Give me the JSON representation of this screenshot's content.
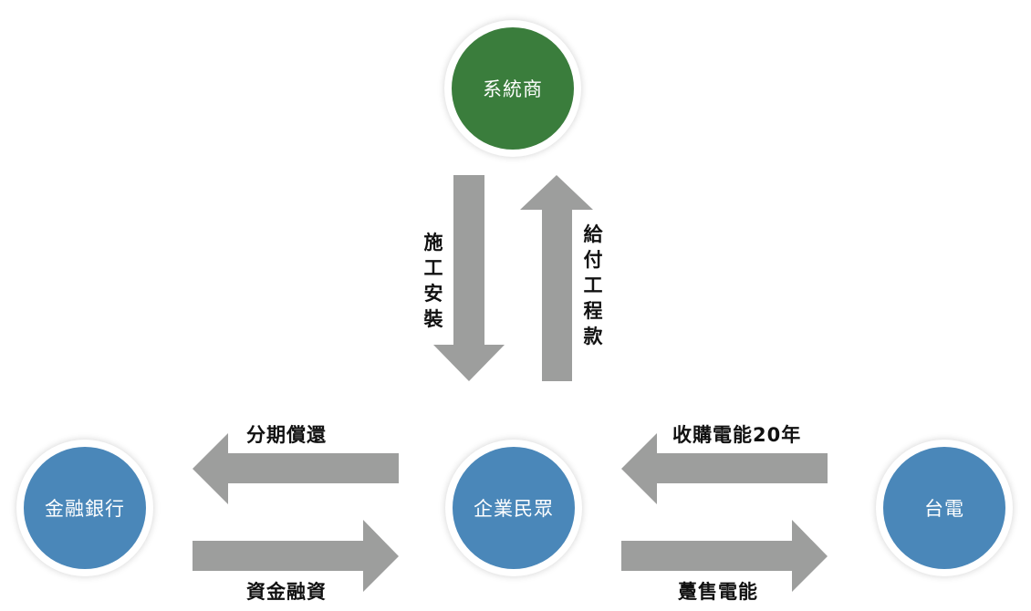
{
  "colors": {
    "supplier_node": "#3a7d3c",
    "party_node": "#4a87b9",
    "arrow": "#9d9e9d",
    "label_text": "#111111"
  },
  "nodes": {
    "supplier": "系統商",
    "enterprise": "企業民眾",
    "bank": "金融銀行",
    "taipower": "台電"
  },
  "flows": {
    "construction": "施工安裝",
    "payment": "給付工程款",
    "repayment": "分期償還",
    "financing": "資金融資",
    "purchase": "收購電能20年",
    "sell": "躉售電能"
  }
}
